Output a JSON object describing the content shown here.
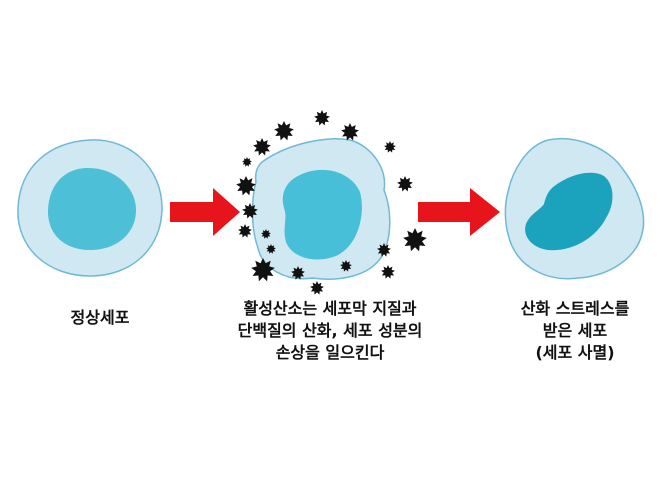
{
  "captions": {
    "normal": [
      "정상세포"
    ],
    "ros": [
      "활성산소는 세포막 지질과",
      "단백질의 산화, 세포 성분의",
      "손상을 일으킨다"
    ],
    "stressed": [
      "산화 스트레스를",
      "받은 세포",
      "(세포 사멸)"
    ]
  },
  "colors": {
    "cytoplasm": "#cfe8f2",
    "membrane": "#6fb9d6",
    "nucleus_normal": "#4dbfd6",
    "nucleus_ros": "#48bfd8",
    "nucleus_damaged": "#1ba3bd",
    "arrow": "#e8141c",
    "ros_particle": "#111111"
  },
  "icons": [
    "arrow-right-icon",
    "ros-particle-icon"
  ]
}
